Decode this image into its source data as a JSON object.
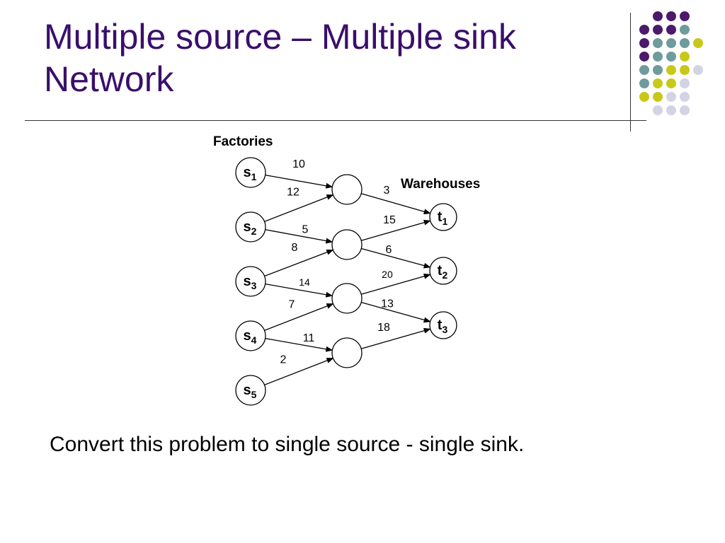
{
  "slide": {
    "title_line1": "Multiple source – Multiple sink",
    "title_line2": "Network",
    "caption": "Convert this problem to single source - single sink.",
    "colors": {
      "title": "#3a0f6b",
      "purple": "#4b1a6b",
      "teal": "#6f9b9c",
      "yellow": "#c8c81a",
      "lavender": "#d3d3e6"
    }
  },
  "network": {
    "factories_label": "Factories",
    "warehouses_label": "Warehouses",
    "sources": [
      {
        "base": "s",
        "sub": "1"
      },
      {
        "base": "s",
        "sub": "2"
      },
      {
        "base": "s",
        "sub": "3"
      },
      {
        "base": "s",
        "sub": "4"
      },
      {
        "base": "s",
        "sub": "5"
      }
    ],
    "sinks": [
      {
        "base": "t",
        "sub": "1"
      },
      {
        "base": "t",
        "sub": "2"
      },
      {
        "base": "t",
        "sub": "3"
      }
    ],
    "intermediates": [
      "m1",
      "m2",
      "m3",
      "m4"
    ],
    "edges": [
      {
        "from": "s1",
        "to": "m1",
        "capacity": "10"
      },
      {
        "from": "s2",
        "to": "m1",
        "capacity": "12"
      },
      {
        "from": "s2",
        "to": "m2",
        "capacity": "5"
      },
      {
        "from": "s3",
        "to": "m2",
        "capacity": "8"
      },
      {
        "from": "s3",
        "to": "m3",
        "capacity": "14"
      },
      {
        "from": "s4",
        "to": "m3",
        "capacity": "7"
      },
      {
        "from": "s4",
        "to": "m4",
        "capacity": "11"
      },
      {
        "from": "s5",
        "to": "m4",
        "capacity": "2"
      },
      {
        "from": "m1",
        "to": "t1",
        "capacity": "3"
      },
      {
        "from": "m2",
        "to": "t1",
        "capacity": "15"
      },
      {
        "from": "m2",
        "to": "t2",
        "capacity": "6"
      },
      {
        "from": "m3",
        "to": "t2",
        "capacity": "20"
      },
      {
        "from": "m3",
        "to": "t3",
        "capacity": "13"
      },
      {
        "from": "m4",
        "to": "t3",
        "capacity": "18"
      }
    ]
  }
}
